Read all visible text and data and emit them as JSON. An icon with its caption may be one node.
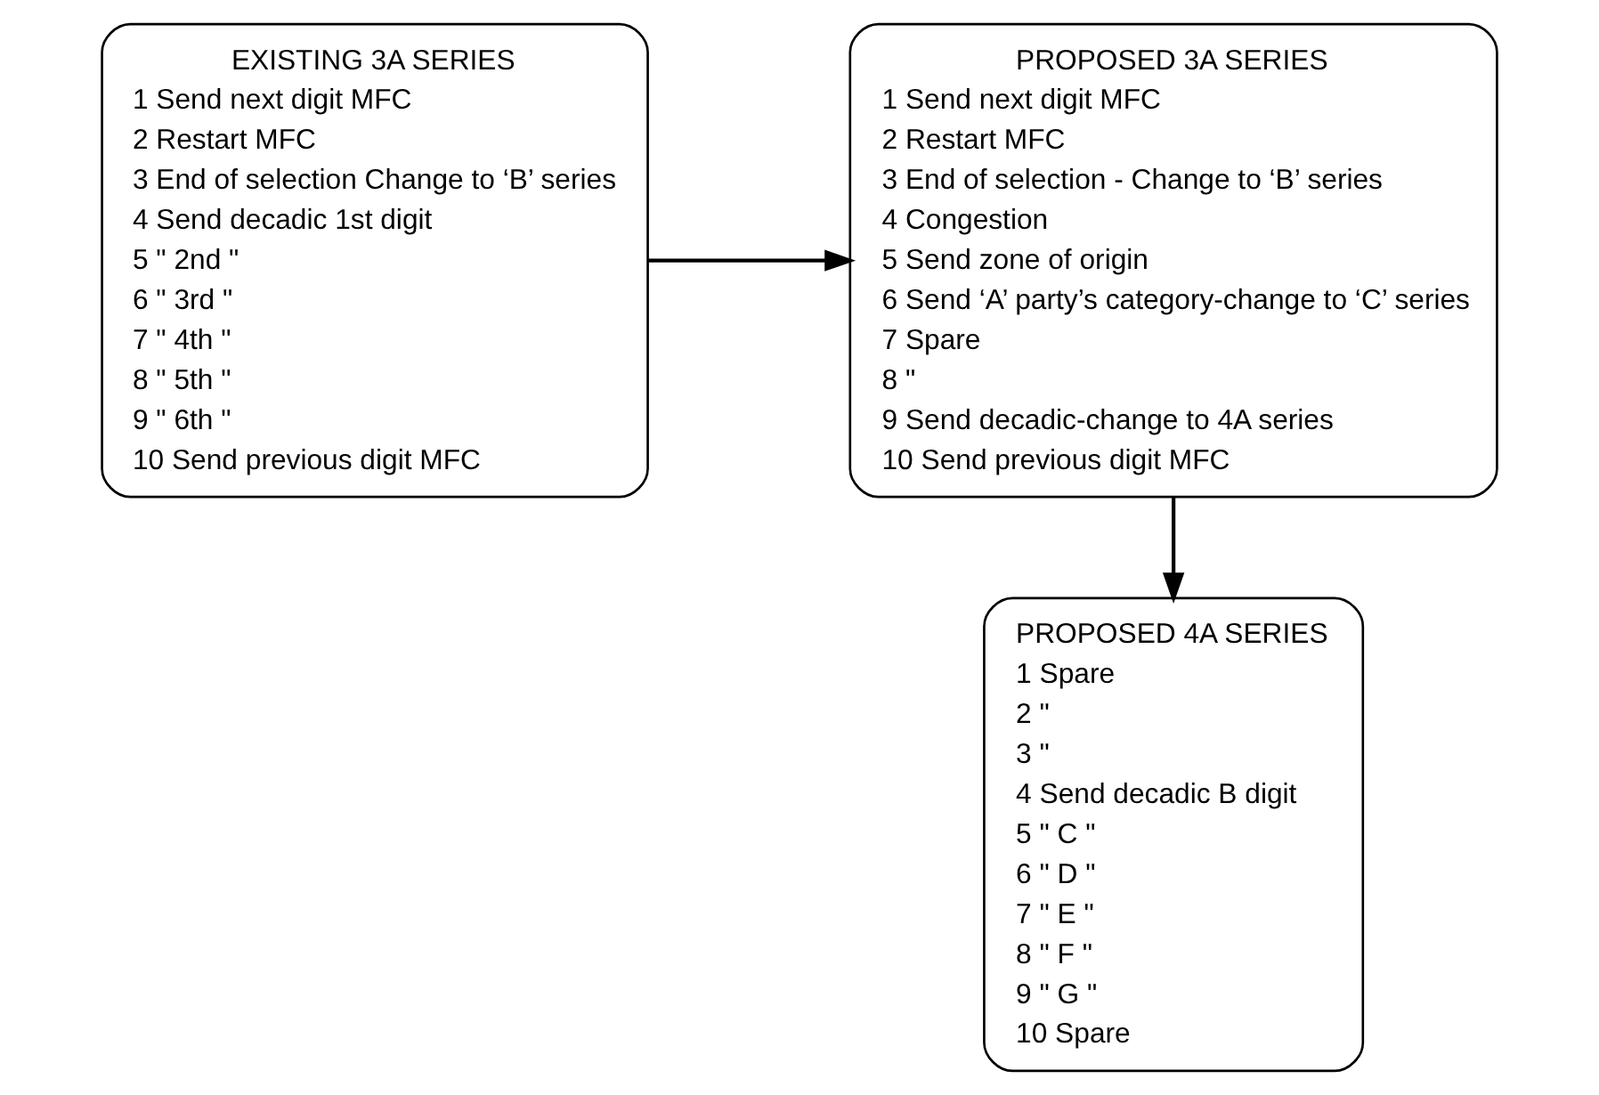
{
  "diagram": {
    "nodes": [
      {
        "text": [
          "EXISTING 3A SERIES",
          "1 Send next digit MFC",
          "2 Restart MFC",
          "3 End of selection Change to ‘B’ series",
          "4 Send decadic 1st digit",
          "5 \" 2nd \"",
          "6 \" 3rd \"",
          "7 \" 4th \"",
          "8 \" 5th \"",
          "9 \" 6th \"",
          "10 Send previous digit MFC"
        ]
      },
      {
        "text": [
          "PROPOSED 3A SERIES",
          "1 Send next digit MFC",
          "2 Restart MFC",
          "3 End of selection - Change to ‘B’ series",
          "4 Congestion",
          "5 Send zone of origin",
          "6 Send ‘A’ party’s category-change to ‘C’ series",
          "7 Spare",
          "8 \"",
          "9 Send decadic-change to 4A series",
          "10 Send previous digit MFC"
        ]
      },
      {
        "text": [
          "PROPOSED 4A SERIES",
          "1 Spare",
          "2 \"",
          "3 \"",
          "4 Send decadic B digit",
          "5 \" C \"",
          "6 \" D \"",
          "7 \" E \"",
          "8 \" F \"",
          "9 \" G \"",
          "10 Spare"
        ]
      }
    ],
    "edges": [
      {
        "from": 0,
        "to": 1,
        "arrow": "to"
      },
      {
        "from": 1,
        "to": 2,
        "arrow": "to"
      }
    ]
  }
}
